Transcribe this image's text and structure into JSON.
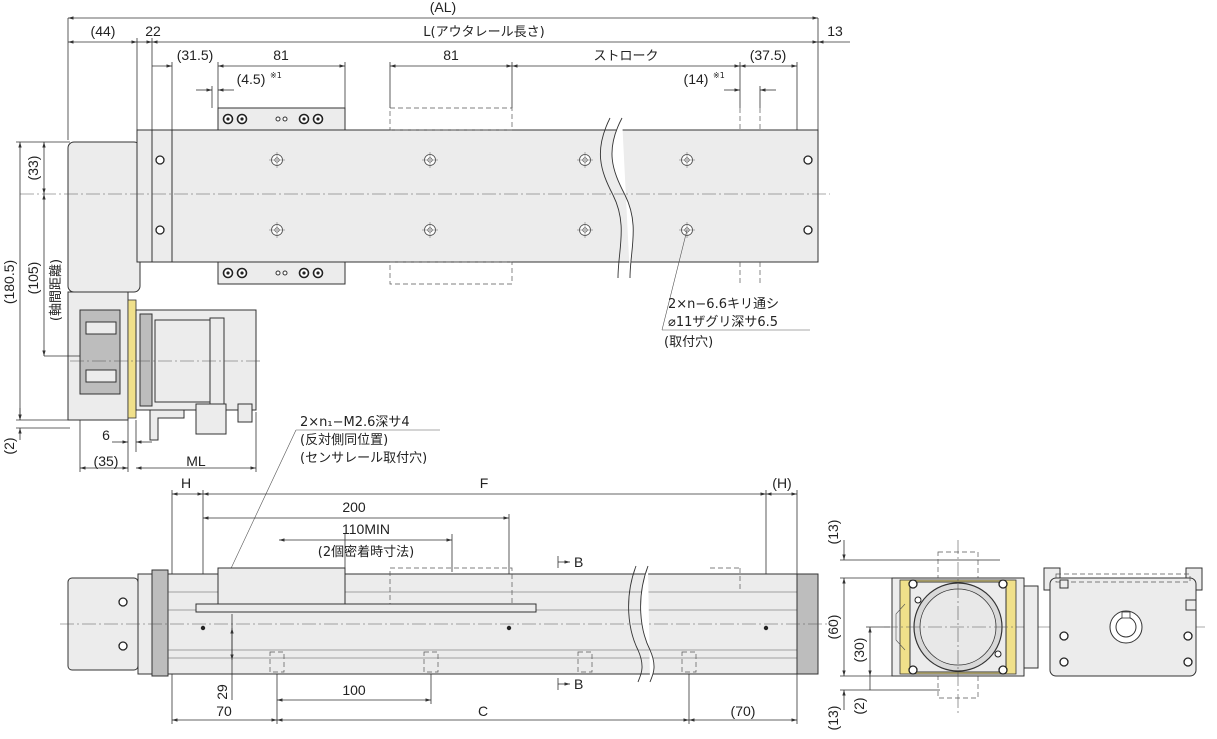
{
  "top_view": {
    "dims": {
      "al": "(AL)",
      "d44": "(44)",
      "d22": "22",
      "l_outer_rail": "L(アウタレール長さ)",
      "d13": "13",
      "d31_5": "(31.5)",
      "d81_a": "81",
      "d81_b": "81",
      "stroke": "ストローク",
      "d37_5": "(37.5)",
      "d4_5": "(4.5)",
      "d14": "(14)",
      "note_mark_1": "※1",
      "note_mark_2": "※1",
      "d33": "(33)",
      "d180_5": "(180.5)",
      "d105": "(105)",
      "axis_distance": "(軸間距離)",
      "d2": "(2)",
      "d6": "6",
      "d35": "(35)",
      "ml": "ML"
    },
    "callout_mount": [
      "2×n−6.6キリ通シ",
      "⌀11ザグリ深サ6.5",
      "(取付穴)"
    ],
    "callout_sensor": [
      "2×n₁−M2.6深サ4",
      "(反対側同位置)",
      "(センサレール取付穴)"
    ]
  },
  "side_view": {
    "dims": {
      "h": "H",
      "f": "F",
      "h_paren": "(H)",
      "d200": "200",
      "d110min": "110MIN",
      "close_contact": "(2個密着時寸法)",
      "section_top": "B",
      "section_bottom": "B",
      "d29": "29",
      "d100": "100",
      "d70": "70",
      "c": "C",
      "d70_paren": "(70)"
    }
  },
  "end_view": {
    "dims": {
      "d13_top": "(13)",
      "d60": "(60)",
      "d30": "(30)",
      "d2": "(2)",
      "d13_bottom": "(13)"
    }
  }
}
